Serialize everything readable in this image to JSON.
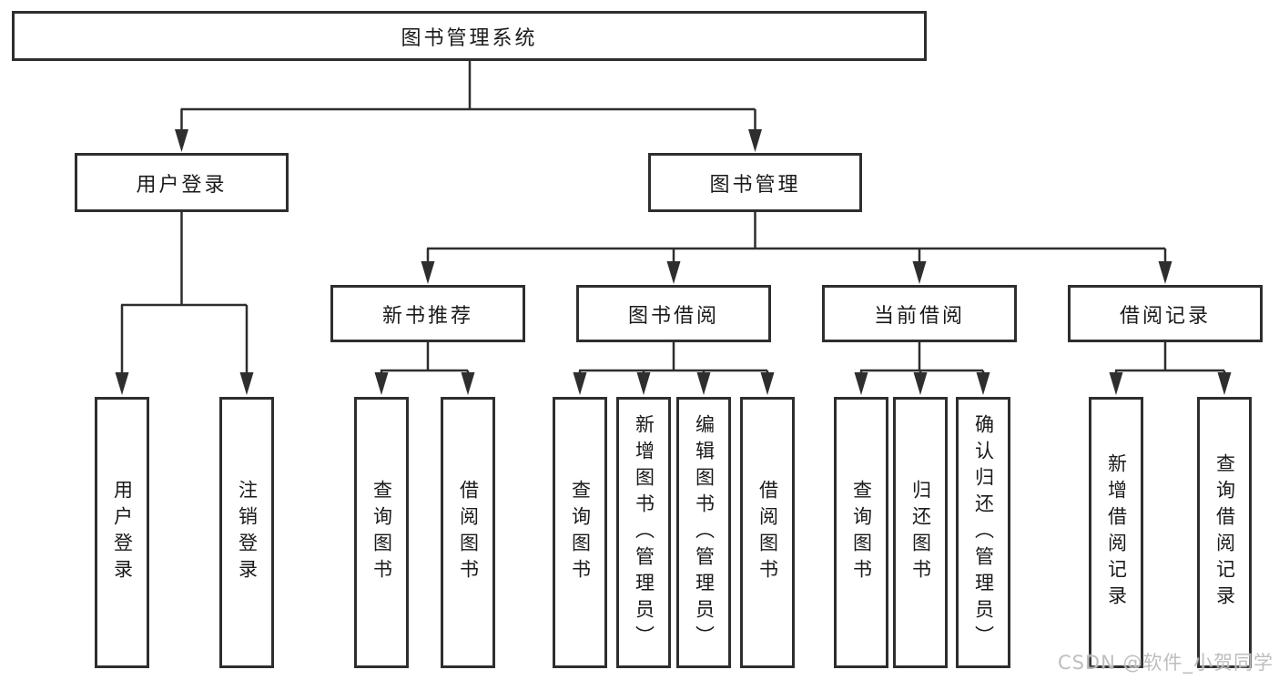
{
  "diagram_type": "hierarchy-tree",
  "watermark": "CSDN @软件_小贺同学",
  "colors": {
    "line": "#2e2e2e",
    "box_border": "#2e2e2e",
    "box_background": "#ffffff",
    "text": "#1a1a1a",
    "watermark": "#bbbbbb"
  },
  "tree": {
    "root": {
      "label": "图书管理系统"
    },
    "children": [
      {
        "label": "用户登录",
        "children": [
          {
            "label": "用户登录"
          },
          {
            "label": "注销登录"
          }
        ]
      },
      {
        "label": "图书管理",
        "children": [
          {
            "label": "新书推荐",
            "children": [
              {
                "label": "查询图书"
              },
              {
                "label": "借阅图书"
              }
            ]
          },
          {
            "label": "图书借阅",
            "children": [
              {
                "label": "查询图书"
              },
              {
                "label": "新增图书（管理员）"
              },
              {
                "label": "编辑图书（管理员）"
              },
              {
                "label": "借阅图书"
              }
            ]
          },
          {
            "label": "当前借阅",
            "children": [
              {
                "label": "查询图书"
              },
              {
                "label": "归还图书"
              },
              {
                "label": "确认归还（管理员）"
              }
            ]
          },
          {
            "label": "借阅记录",
            "children": [
              {
                "label": "新增借阅记录"
              },
              {
                "label": "查询借阅记录"
              }
            ]
          }
        ]
      }
    ]
  }
}
